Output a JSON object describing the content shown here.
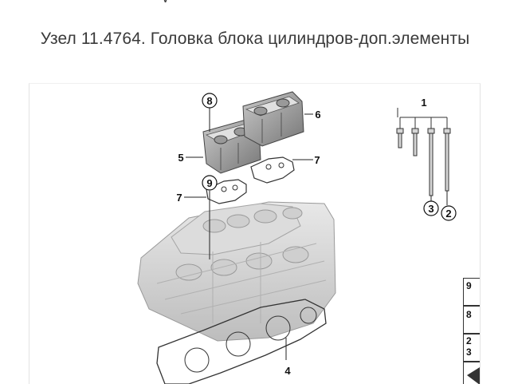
{
  "header": {
    "top_fragment": "у",
    "title": "Узел 11.4764. Головка блока цилиндров-доп.элементы"
  },
  "diagram": {
    "callouts": {
      "c1": "1",
      "c2": "2",
      "c3": "3",
      "c4": "4",
      "c5": "5",
      "c6": "6",
      "c7a": "7",
      "c7b": "7",
      "c8": "8",
      "c9": "9"
    },
    "legend": {
      "l9": "9",
      "l8": "8",
      "l2": "2",
      "l3": "3"
    }
  },
  "colors": {
    "part_fill": "#d8d8d8",
    "part_dark": "#8a8a8a",
    "line": "#222222",
    "legend_orange": "#e0b37a"
  }
}
